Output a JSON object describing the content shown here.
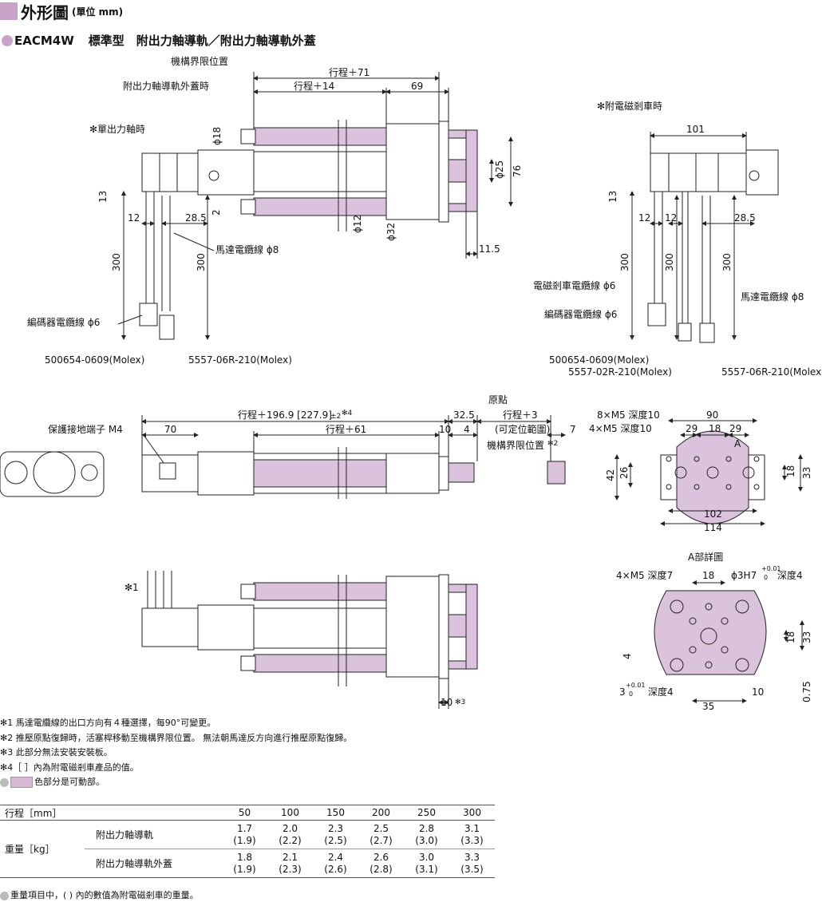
{
  "header": {
    "title": "外形圖",
    "unit": "(單位 mm)",
    "model_code": "EACM4W",
    "model_desc": "標準型　附出力軸導軌／附出力軸導軌外蓋"
  },
  "drawings": {
    "top_left": {
      "mech_limit": "機構界限位置",
      "cover_label": "附出力軸導軌外蓋時",
      "single_shaft": "✻單出力軸時",
      "stroke71": "行程＋71",
      "stroke14": "行程＋14",
      "d69": "69",
      "phi18": "ϕ18",
      "d13": "13",
      "d2": "2",
      "d12": "12",
      "d28_5": "28.5",
      "phi12": "ϕ12",
      "phi32": "ϕ32",
      "phi25": "ϕ25",
      "d76": "76",
      "d11_5": "11.5",
      "d300a": "300",
      "d300b": "300",
      "motor_cable": "馬達電纜線 ϕ8",
      "encoder_cable": "編碼器電纜線 ϕ6",
      "conn1": "500654-0609(Molex)",
      "conn2": "5557-06R-210(Molex)"
    },
    "top_right": {
      "brake_label": "✻附電磁剎車時",
      "d101": "101",
      "d13": "13",
      "d12a": "12",
      "d12b": "12",
      "d28_5": "28.5",
      "d300a": "300",
      "d300b": "300",
      "d300c": "300",
      "brake_cable": "電磁剎車電纜線 ϕ6",
      "encoder_cable": "編碼器電纜線 ϕ6",
      "motor_cable": "馬達電纜線 ϕ8",
      "conn1": "500654-0609(Molex)",
      "conn2": "5557-02R-210(Molex)",
      "conn3": "5557-06R-210(Molex)"
    },
    "middle": {
      "origin": "原點",
      "stroke_total": "行程＋196.9 [227.9]",
      "tol": "±2",
      "note4": "✻4",
      "d32_5": "32.5",
      "stroke3": "行程＋3",
      "ground": "保護接地端子 M4",
      "d70": "70",
      "stroke61": "行程＋61",
      "d10": "10",
      "d4": "4",
      "range": "(可定位範圍)",
      "d7": "7",
      "mech_limit": "機構界限位置",
      "note2": "✻2"
    },
    "flange": {
      "m5_8": "8×M5 深度10",
      "m5_4": "4×M5 深度10",
      "d90": "90",
      "d29a": "29",
      "d18": "18",
      "d29b": "29",
      "a": "A",
      "d42": "42",
      "d26": "26",
      "d18r": "18",
      "d33": "33",
      "d102": "102",
      "d114": "114"
    },
    "detail_a": {
      "title": "A部詳圖",
      "m5": "4×M5 深度7",
      "d18": "18",
      "h7": "ϕ3H7",
      "tol_up": "+0.01",
      "tol_dn": "0",
      "depth4": "深度4",
      "d4": "4",
      "d18r": "18",
      "d33": "33",
      "d3": "3",
      "depth4b": "深度4",
      "d10": "10",
      "d35": "35",
      "d0_75": "0.75"
    },
    "bottom": {
      "note1": "✻1",
      "d10": "10",
      "note3": "✻3"
    }
  },
  "notes": [
    "✻1 馬達電纜線的出口方向有４種選擇，每90°可變更。",
    "✻2 推壓原點復歸時，活塞桿移動至機構界限位置。 無法朝馬達反方向進行推壓原點復歸。",
    "✻3 此部分無法安裝安裝板。",
    "✻4［ ］內為附電磁剎車產品的值。"
  ],
  "legend": "色部分是可動部。",
  "table": {
    "stroke_label": "行程［mm］",
    "strokes": [
      "50",
      "100",
      "150",
      "200",
      "250",
      "300"
    ],
    "weight_label": "重量［kg］",
    "rows": [
      {
        "name": "附出力軸導軌",
        "values": [
          "1.7",
          "2.0",
          "2.3",
          "2.5",
          "2.8",
          "3.1"
        ],
        "brake": [
          "(1.9)",
          "(2.2)",
          "(2.5)",
          "(2.7)",
          "(3.0)",
          "(3.3)"
        ]
      },
      {
        "name": "附出力軸導軌外蓋",
        "values": [
          "1.8",
          "2.1",
          "2.4",
          "2.6",
          "3.0",
          "3.3"
        ],
        "brake": [
          "(1.9)",
          "(2.3)",
          "(2.6)",
          "(2.8)",
          "(3.1)",
          "(3.5)"
        ]
      }
    ]
  },
  "footnote": "重量項目中，( ) 內的數值為附電磁剎車的重量。",
  "colors": {
    "movable": "#dcc3dd",
    "accent": "#c9a3c7",
    "line": "#222222"
  }
}
